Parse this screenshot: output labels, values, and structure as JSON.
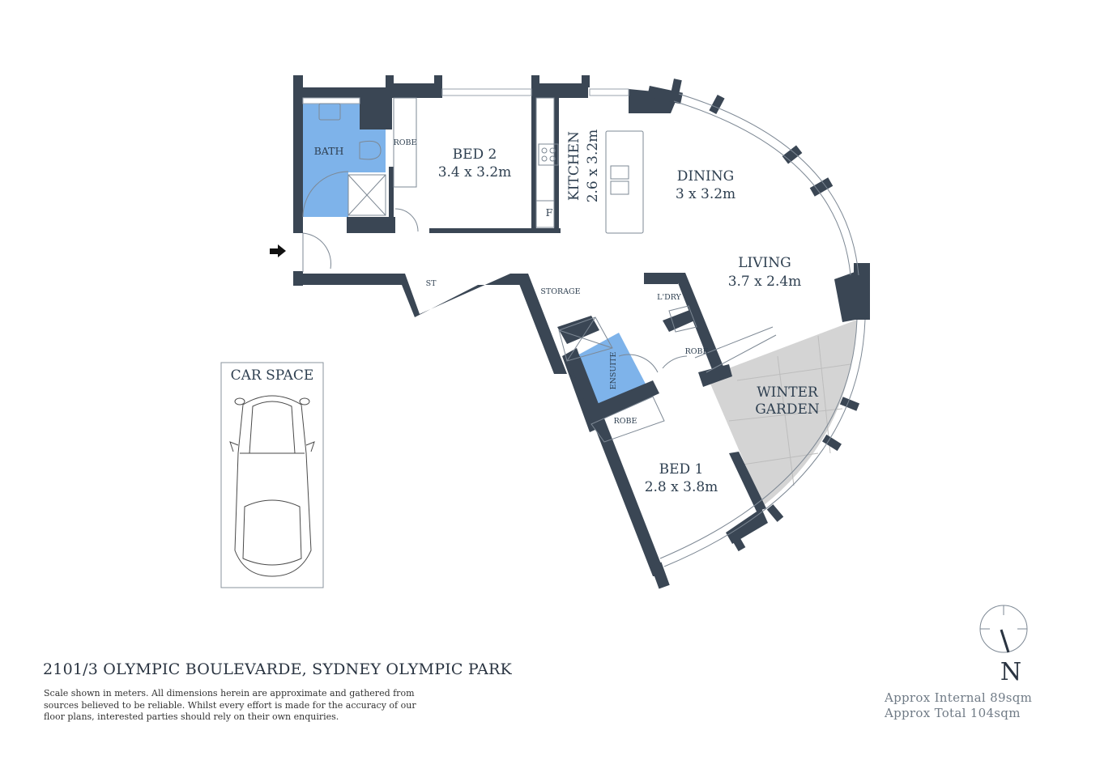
{
  "rooms": {
    "bath": "BATH",
    "robe_bed2": "ROBE",
    "bed2_name": "BED 2",
    "bed2_size": "3.4 x 3.2m",
    "kitchen_name": "KITCHEN",
    "kitchen_size": "2.6 x 3.2m",
    "fridge": "F",
    "dining_name": "DINING",
    "dining_size": "3 x 3.2m",
    "living_name": "LIVING",
    "living_size": "3.7 x 2.4m",
    "st": "ST",
    "storage": "STORAGE",
    "laundry": "L'DRY",
    "robe_laundry": "ROBE",
    "ensuite": "ENSUITE",
    "robe_bed1": "ROBE",
    "winter_line1": "WINTER",
    "winter_line2": "GARDEN",
    "bed1_name": "BED 1",
    "bed1_size": "2.8 x 3.8m",
    "car_space": "CAR SPACE"
  },
  "compass": {
    "label": "N"
  },
  "address": "2101/3 OLYMPIC BOULEVARDE, SYDNEY OLYMPIC PARK",
  "disclaimer": "Scale shown in meters. All dimensions herein are approximate and gathered from sources believed to be  reliable. Whilst every effort is made for the accuracy of our floor plans, interested parties should rely on their own enquiries.",
  "area": {
    "internal": "Approx  Internal  89sqm",
    "total": "Approx Total 104sqm"
  },
  "colors": {
    "wall": "#3a4654",
    "wet_area": "#7eb3ea",
    "winter_garden": "#d4d4d4"
  }
}
